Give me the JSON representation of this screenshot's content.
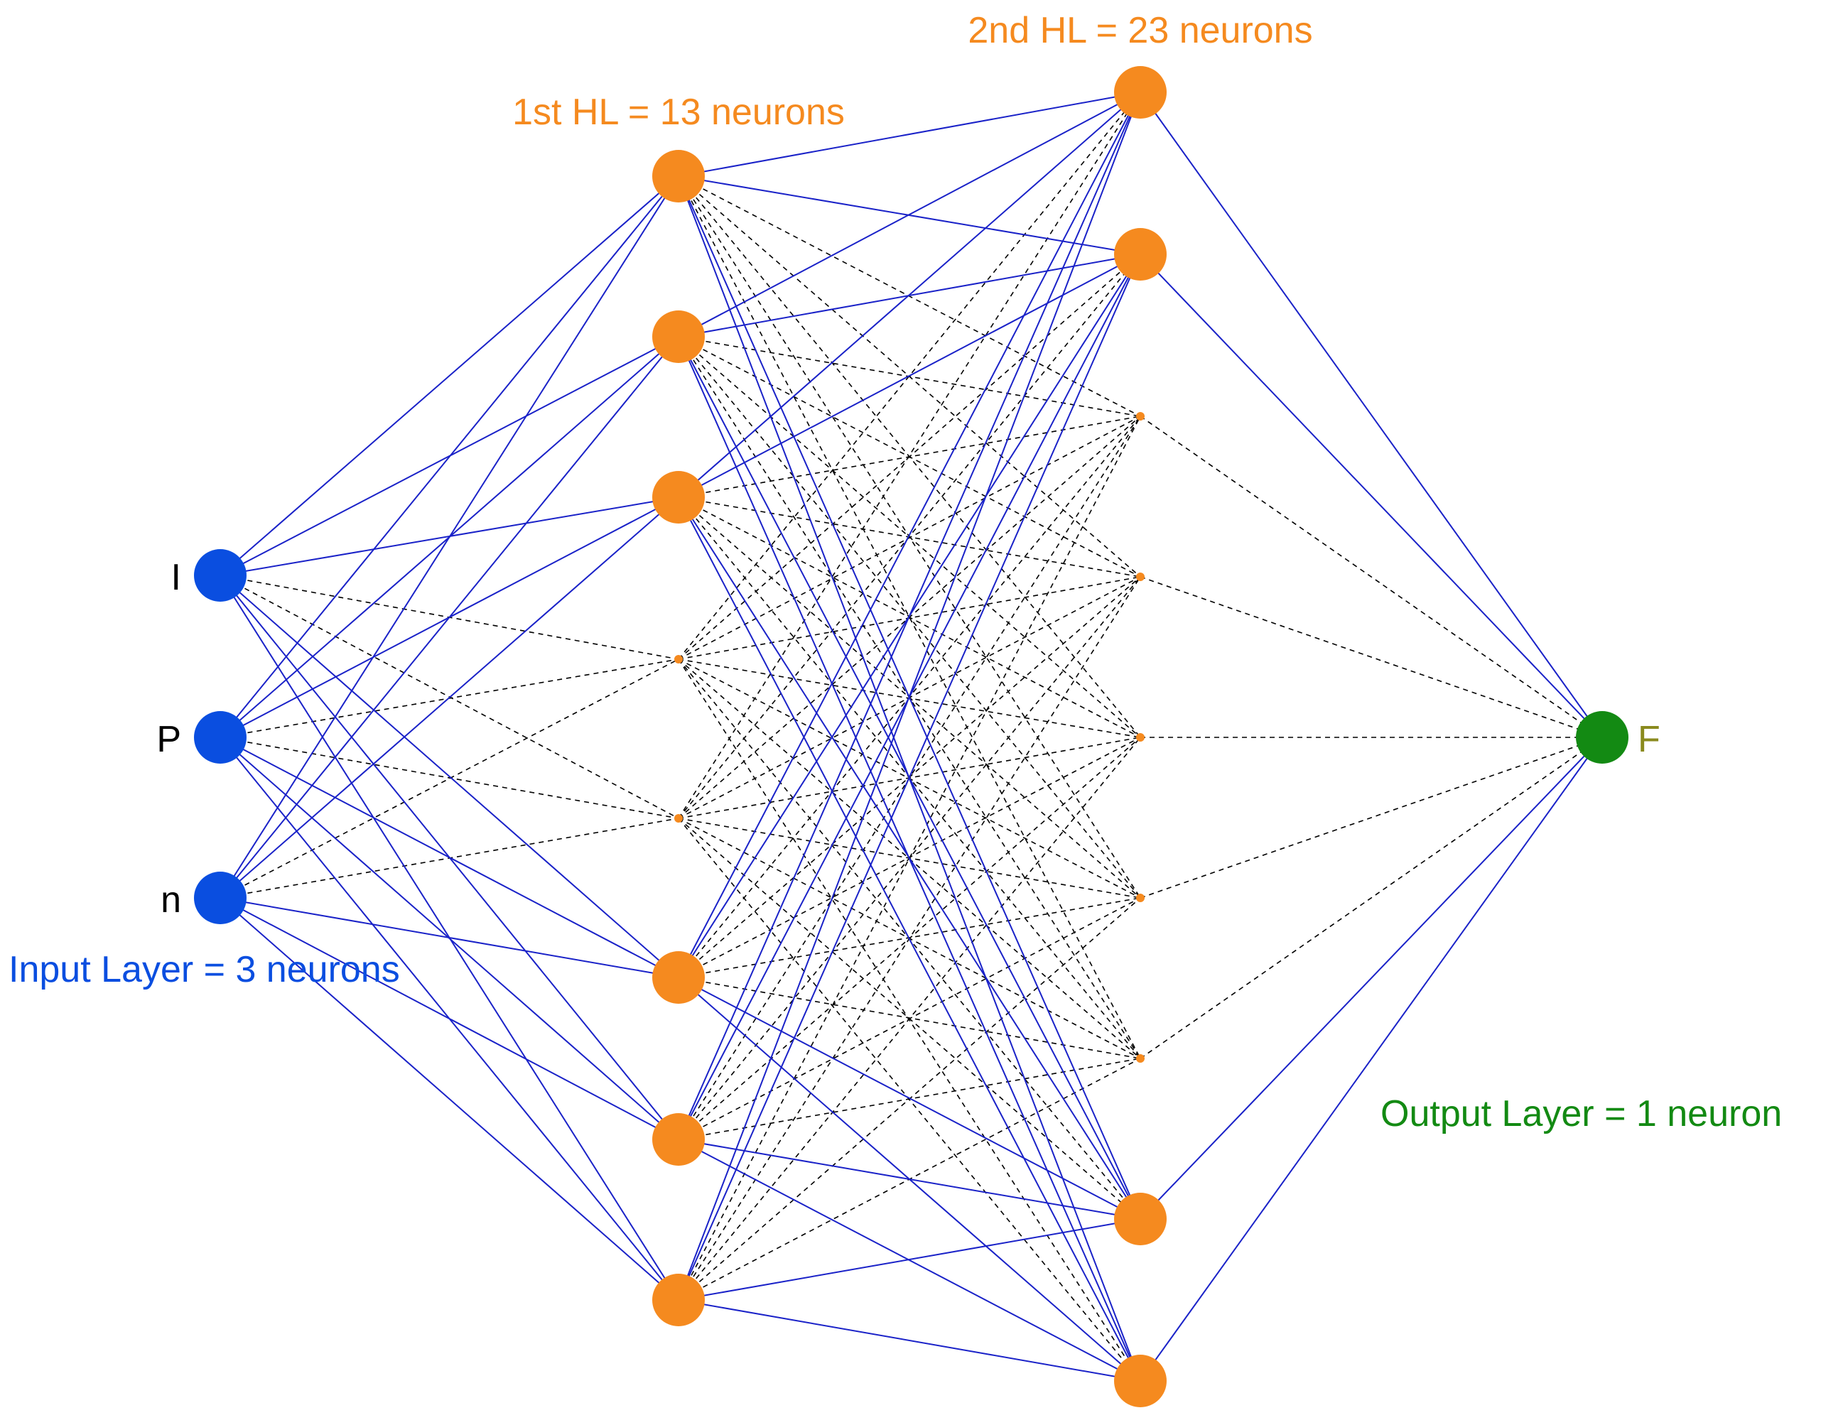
{
  "labels": {
    "input_layer": "Input Layer = 3 neurons",
    "hidden_layer_1": "1st HL = 13 neurons",
    "hidden_layer_2": "2nd HL = 23 neurons",
    "output_layer": "Output Layer = 1 neuron"
  },
  "input_neurons": [
    "I",
    "P",
    "n"
  ],
  "output_neurons": [
    "F"
  ],
  "colors": {
    "input": "#0a4ee0",
    "hidden": "#f58a1f",
    "output": "#138a13",
    "output_label": "#8a8a1e",
    "input_label_text": "#000000",
    "active_connection": "#1a22c8",
    "inactive_connection": "#000000"
  }
}
